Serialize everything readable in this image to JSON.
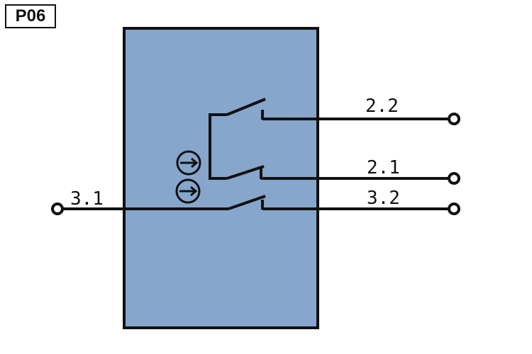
{
  "label_tag": "P06",
  "colors": {
    "box_fill": "#86a6cc",
    "line": "#111111"
  },
  "terminals": {
    "t22": "2.2",
    "t21": "2.1",
    "t32": "3.2",
    "t31": "3.1"
  }
}
